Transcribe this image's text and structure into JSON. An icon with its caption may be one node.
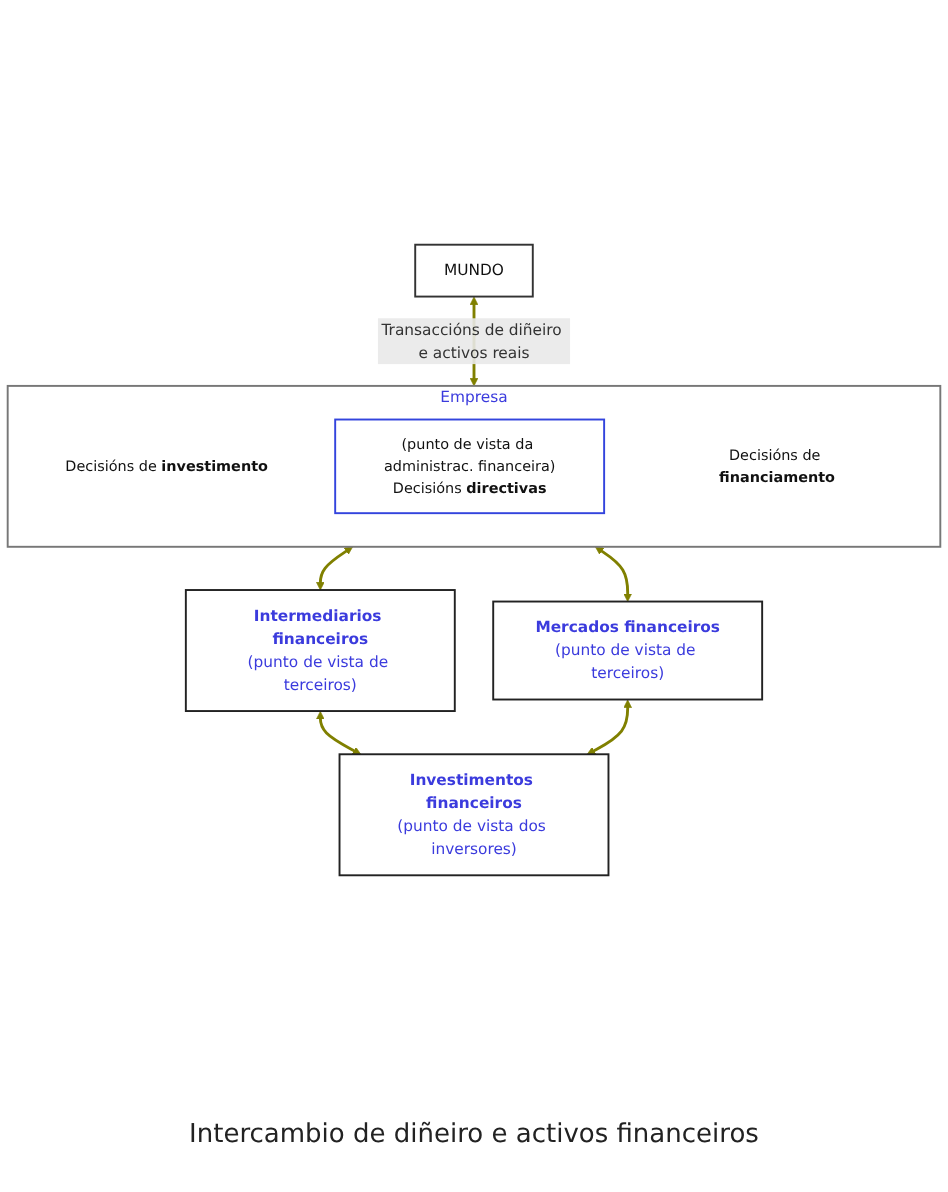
{
  "diagram": {
    "nodes": [
      {
        "text": [
          "MUNDO"
        ]
      },
      {
        "text": [
          "Empresa"
        ]
      },
      {
        "text": [
          "Decisións de **investimento**"
        ],
        "in": 1
      },
      {
        "text": [
          "(punto de vista da administrac. financeira)",
          "Decisións **directivas**"
        ],
        "in": 1
      },
      {
        "text": [
          "Decisións de **financiamento**"
        ],
        "in": 1
      },
      {
        "text": [
          "Intermediarios financeiros",
          "(punto de vista de terceiros)"
        ]
      },
      {
        "text": [
          "Mercados financeiros",
          "(punto de vista de terceiros)"
        ]
      },
      {
        "text": [
          "Investimentos financeiros",
          "(punto de vista dos inversores)"
        ]
      }
    ],
    "edges": [
      {
        "from": 0,
        "to": 1,
        "arrow": "both",
        "label": "Transaccións de diñeiro e activos reais"
      },
      {
        "from": 1,
        "to": 5,
        "arrow": "both"
      },
      {
        "from": 1,
        "to": 6,
        "arrow": "both"
      },
      {
        "from": 5,
        "to": 7,
        "arrow": "both"
      },
      {
        "from": 6,
        "to": 7,
        "arrow": "both"
      }
    ],
    "labels": [
      "Intercambio de diñeiro e activos financeiros"
    ]
  }
}
